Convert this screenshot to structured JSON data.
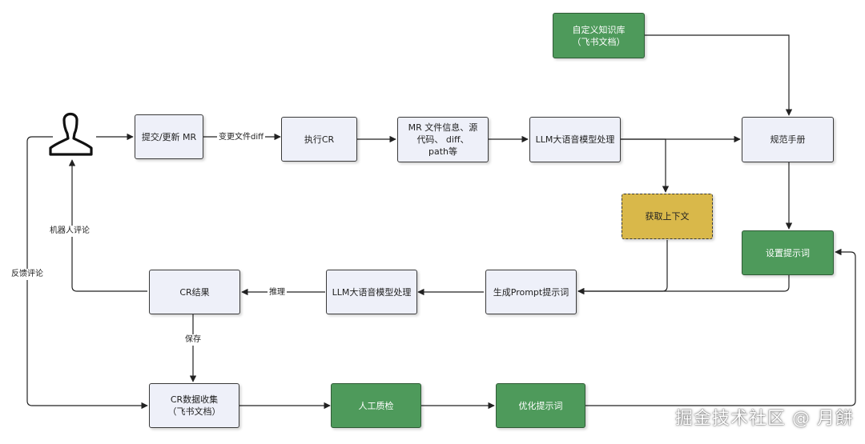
{
  "nodes": {
    "submit": "提交/更新 MR",
    "run_cr": "执行CR",
    "mr_info": "MR 文件信息、源代码、 diff、path等",
    "llm_top": "LLM大语音模型处理",
    "knowledge": "自定义知识库\n（飞书文档）",
    "spec": "规范手册",
    "context": "获取上下文",
    "set_prompt": "设置提示词",
    "gen_prompt": "生成Prompt提示词",
    "llm_bottom": "LLM大语音模型处理",
    "cr_result": "CR结果",
    "cr_collect": "CR数据收集\n（飞书文档）",
    "manual_qc": "人工质检",
    "optimize": "优化提示词"
  },
  "edge_labels": {
    "change_diff": "变更文件diff",
    "robot_comment": "机器人评论",
    "feedback": "反馈评论",
    "infer": "推理",
    "save": "保存"
  },
  "watermark": "掘金技术社区 @ 月餅",
  "colors": {
    "node_fill": "#eef0f9",
    "green": "#4e9a5b",
    "yellow": "#d9b84a"
  }
}
